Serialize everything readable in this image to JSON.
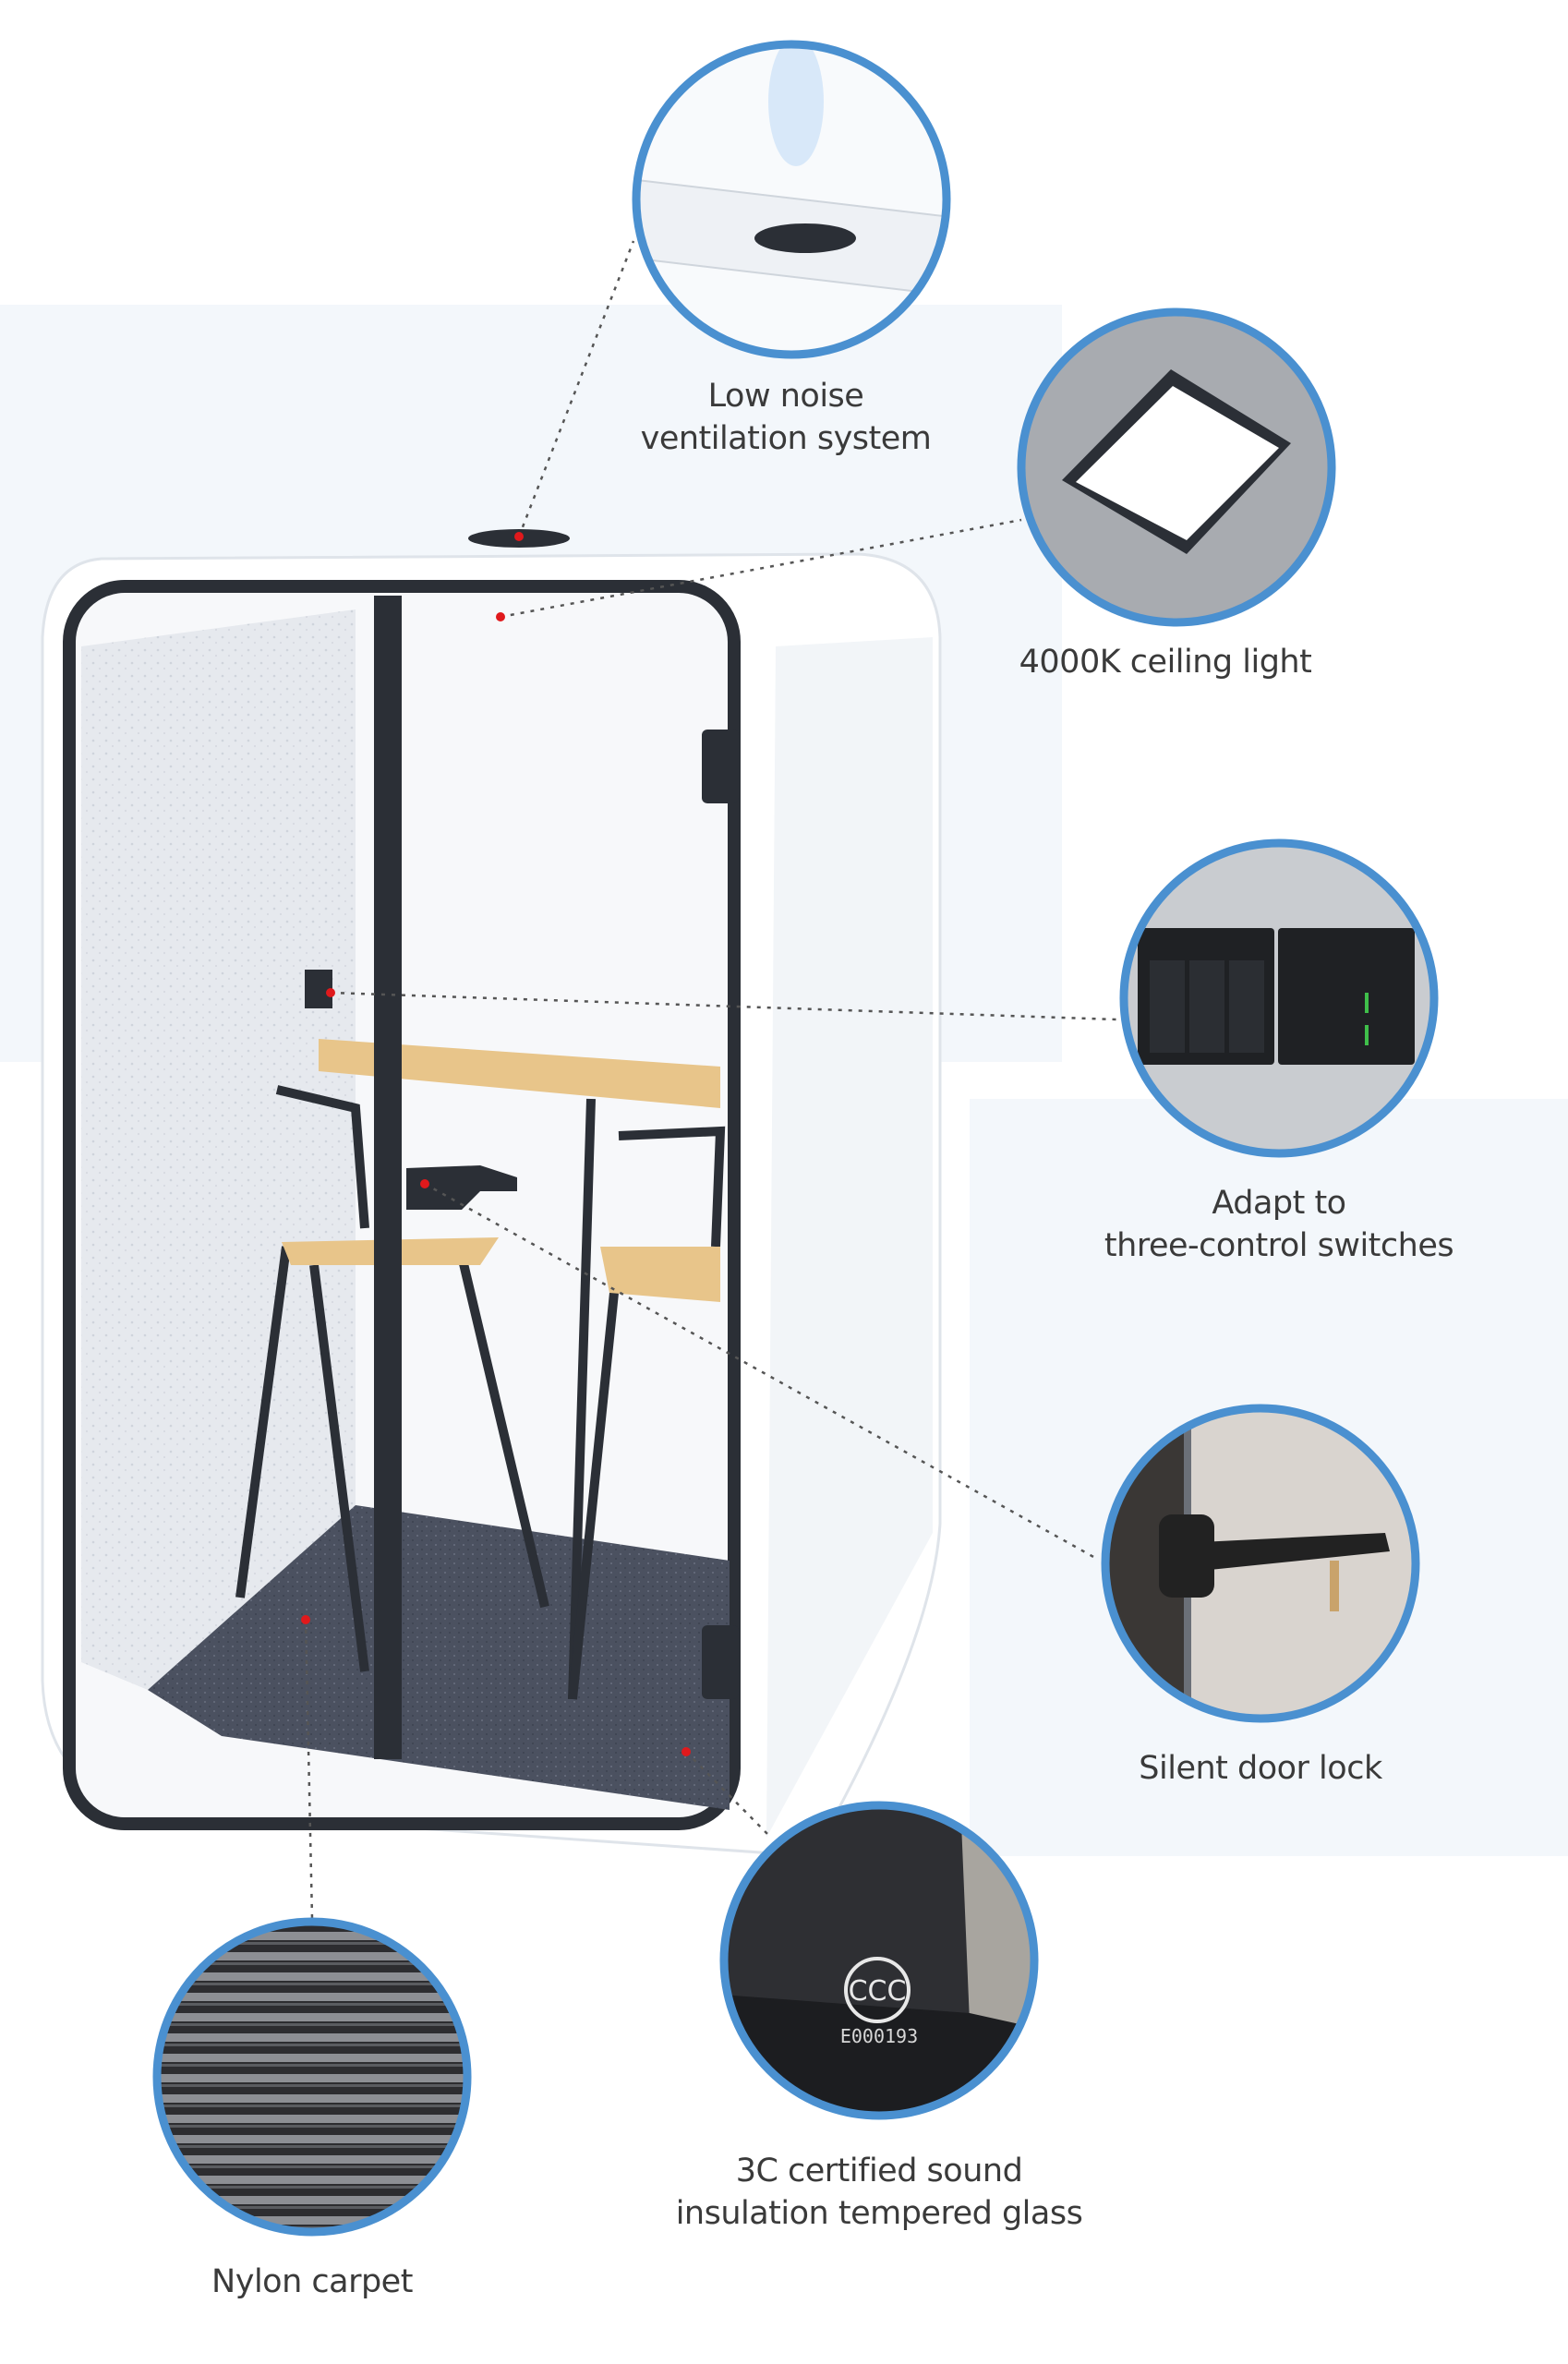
{
  "colors": {
    "ring": "#4a90d0",
    "marker": "#e0191c",
    "frame": "#2b2f36",
    "wood": "#e8c58a",
    "carpet": "#4b5160",
    "background_panel": "#f3f7fb"
  },
  "features": [
    {
      "id": "ventilation",
      "icon": "fan-vent-icon",
      "line1": "Low noise",
      "line2": "ventilation system"
    },
    {
      "id": "ceiling-light",
      "icon": "ceiling-light-icon",
      "line1": "4000K ceiling light",
      "line2": ""
    },
    {
      "id": "switches",
      "icon": "switch-panel-icon",
      "line1": "Adapt to",
      "line2": "three-control switches"
    },
    {
      "id": "door-lock",
      "icon": "door-lock-icon",
      "line1": "Silent door lock",
      "line2": ""
    },
    {
      "id": "glass",
      "icon": "tempered-glass-icon",
      "line1": "3C certified sound",
      "line2": "insulation tempered glass",
      "mark": "E000193"
    },
    {
      "id": "carpet",
      "icon": "carpet-texture-icon",
      "line1": "Nylon carpet",
      "line2": ""
    }
  ]
}
